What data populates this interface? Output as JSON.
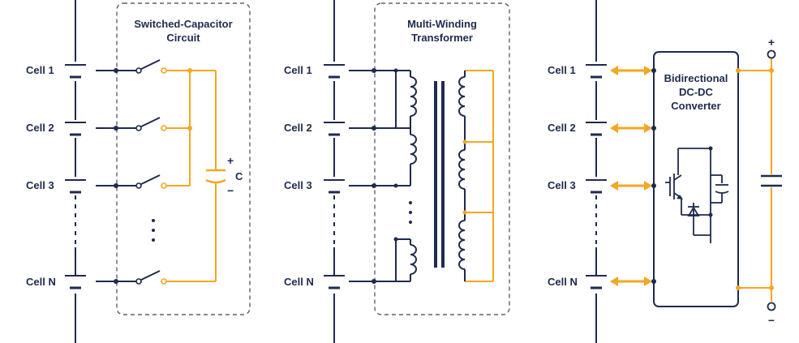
{
  "colors": {
    "navy": "#1f2a4d",
    "orange": "#f5a623",
    "dash": "#5a6178",
    "background": "#ffffff"
  },
  "panel_switched_capacitor": {
    "title_line1": "Switched-Capacitor",
    "title_line2": "Circuit",
    "cells": [
      "Cell 1",
      "Cell 2",
      "Cell 3",
      "Cell N"
    ],
    "capacitor_label": "C",
    "capacitor_plus": "+",
    "capacitor_minus": "−"
  },
  "panel_multi_winding": {
    "title_line1": "Multi-Winding",
    "title_line2": "Transformer",
    "cells": [
      "Cell 1",
      "Cell 2",
      "Cell 3",
      "Cell N"
    ]
  },
  "panel_dcdc": {
    "title_line1": "Bidirectional",
    "title_line2": "DC-DC",
    "title_line3": "Converter",
    "cells": [
      "Cell 1",
      "Cell 2",
      "Cell 3",
      "Cell N"
    ],
    "terminal_plus": "+",
    "terminal_minus": "−"
  },
  "icons": [
    "switch-icon",
    "capacitor-icon",
    "transformer-core-icon",
    "igbt-icon",
    "diode-icon",
    "arrow-double-icon"
  ]
}
